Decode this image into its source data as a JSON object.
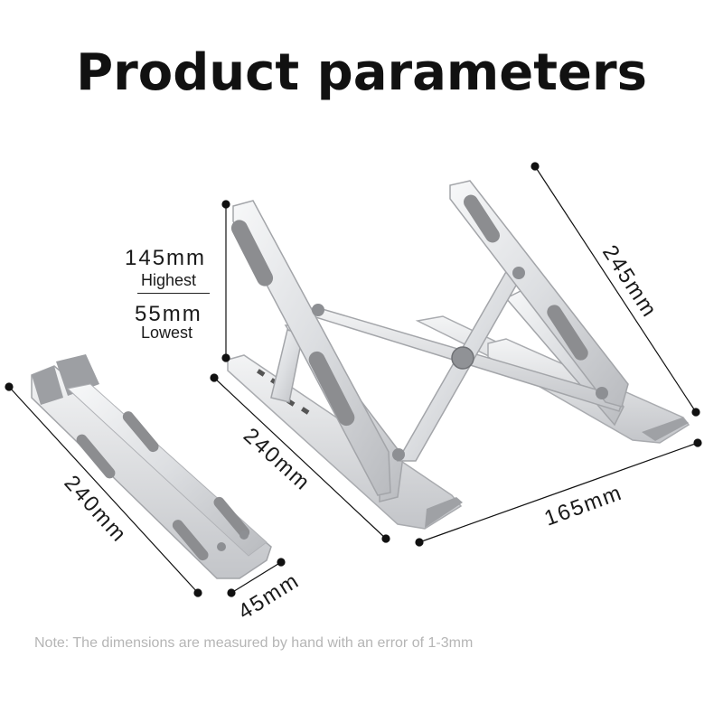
{
  "title": "Product parameters",
  "height": {
    "highest_value": "145mm",
    "highest_label": "Highest",
    "lowest_value": "55mm",
    "lowest_label": "Lowest"
  },
  "dimensions": {
    "open_length": "245mm",
    "open_depth": "240mm",
    "open_width": "165mm",
    "folded_length": "240mm",
    "folded_width": "45mm"
  },
  "note": "Note: The dimensions are measured by hand with an error of 1-3mm",
  "colors": {
    "metal_light": "#eeeff1",
    "metal_mid": "#c9cbcf",
    "metal_dark": "#9a9ca0",
    "pad": "#8c8d90",
    "dimension_line": "#111111"
  }
}
